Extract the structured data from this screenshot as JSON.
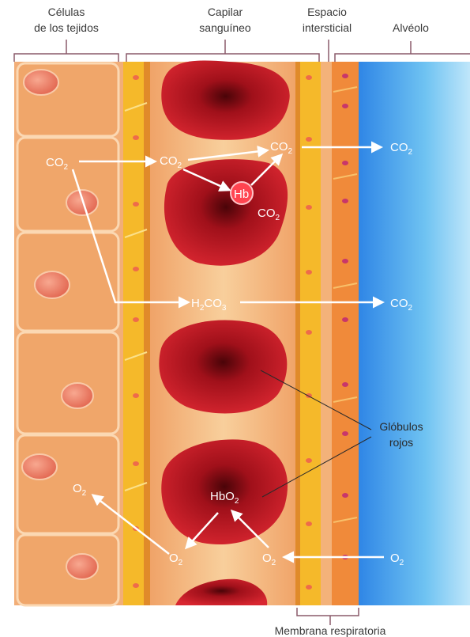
{
  "headers": {
    "cells_line1": "Células",
    "cells_line2": "de los tejidos",
    "capillary_line1": "Capilar",
    "capillary_line2": "sanguíneo",
    "space_line1": "Espacio",
    "space_line2": "intersticial",
    "alveolus": "Alvéolo",
    "membrane": "Membrana respiratoria"
  },
  "labels": {
    "co2_base": "CO",
    "o2_base": "O",
    "sub2": "2",
    "hb": "Hb",
    "hbo2_base": "HbO",
    "h2co3_h": "H",
    "h2co3_co": "CO",
    "h2co3_3": "3",
    "red_cells_line1": "Glóbulos",
    "red_cells_line2": "rojos"
  },
  "colors": {
    "tissue": "#f0a66a",
    "tissue_border": "#f9d2a8",
    "capillary_wall": "#f5b92a",
    "plasma": "#f3b47c",
    "blood_cell": "#b8121c",
    "alveolus_blue": "#3a92e8",
    "arrow": "#ffffff"
  }
}
